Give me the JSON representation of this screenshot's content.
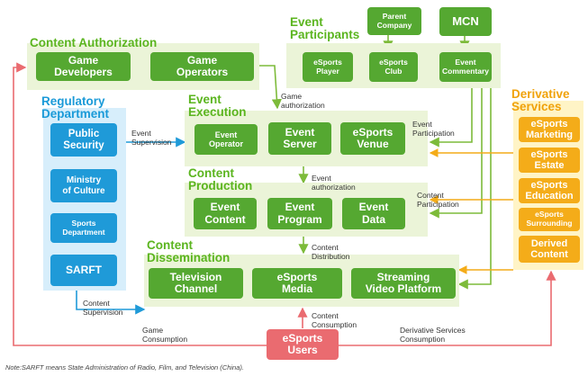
{
  "sections": {
    "content_authorization": "Content Authorization",
    "event_participants": "Event\nParticipants",
    "regulatory_department": "Regulatory\nDepartment",
    "event_execution": "Event\nExecution",
    "content_production": "Content\nProduction",
    "content_dissemination": "Content\nDissemination",
    "derivative_services": "Derivative\nServices"
  },
  "nodes": {
    "game_developers": "Game\nDevelopers",
    "game_operators": "Game\nOperators",
    "parent_company": "Parent\nCompany",
    "mcn": "MCN",
    "esports_player": "eSports\nPlayer",
    "esports_club": "eSports\nClub",
    "event_commentary": "Event\nCommentary",
    "public_security": "Public\nSecurity",
    "ministry_of_culture": "Ministry\nof Culture",
    "sports_department": "Sports\nDepartment",
    "sarft": "SARFT",
    "event_operator": "Event\nOperator",
    "event_server": "Event\nServer",
    "esports_venue": "eSports\nVenue",
    "event_content": "Event\nContent",
    "event_program": "Event\nProgram",
    "event_data": "Event\nData",
    "television_channel": "Television\nChannel",
    "esports_media": "eSports\nMedia",
    "streaming_video_platform": "Streaming\nVideo Platform",
    "esports_marketing": "eSports\nMarketing",
    "esports_estate": "eSports\nEstate",
    "esports_education": "eSports\nEducation",
    "esports_surrounding": "eSports\nSurrounding",
    "derived_content": "Derived\nContent",
    "esports_users": "eSports\nUsers"
  },
  "edge_labels": {
    "game_authorization": "Game\nauthorization",
    "event_supervision": "Event\nSupervision",
    "event_participation": "Event\nParticipation",
    "event_authorization": "Event\nauthorization",
    "content_participation": "Content\nParticipation",
    "content_distribution": "Content\nDistribution",
    "content_supervision": "Content\nSupervision",
    "content_consumption": "Content\nConsumption",
    "game_consumption": "Game\nConsumption",
    "derivative_services_consumption": "Derivative Services\nConsumption"
  },
  "note": "Note:SARFT means State Administration of Radio, Film, and Television (China).",
  "colors": {
    "green": "#55a831",
    "blue": "#1f9ad8",
    "orange": "#f4ac19",
    "pink": "#ea6b70"
  }
}
